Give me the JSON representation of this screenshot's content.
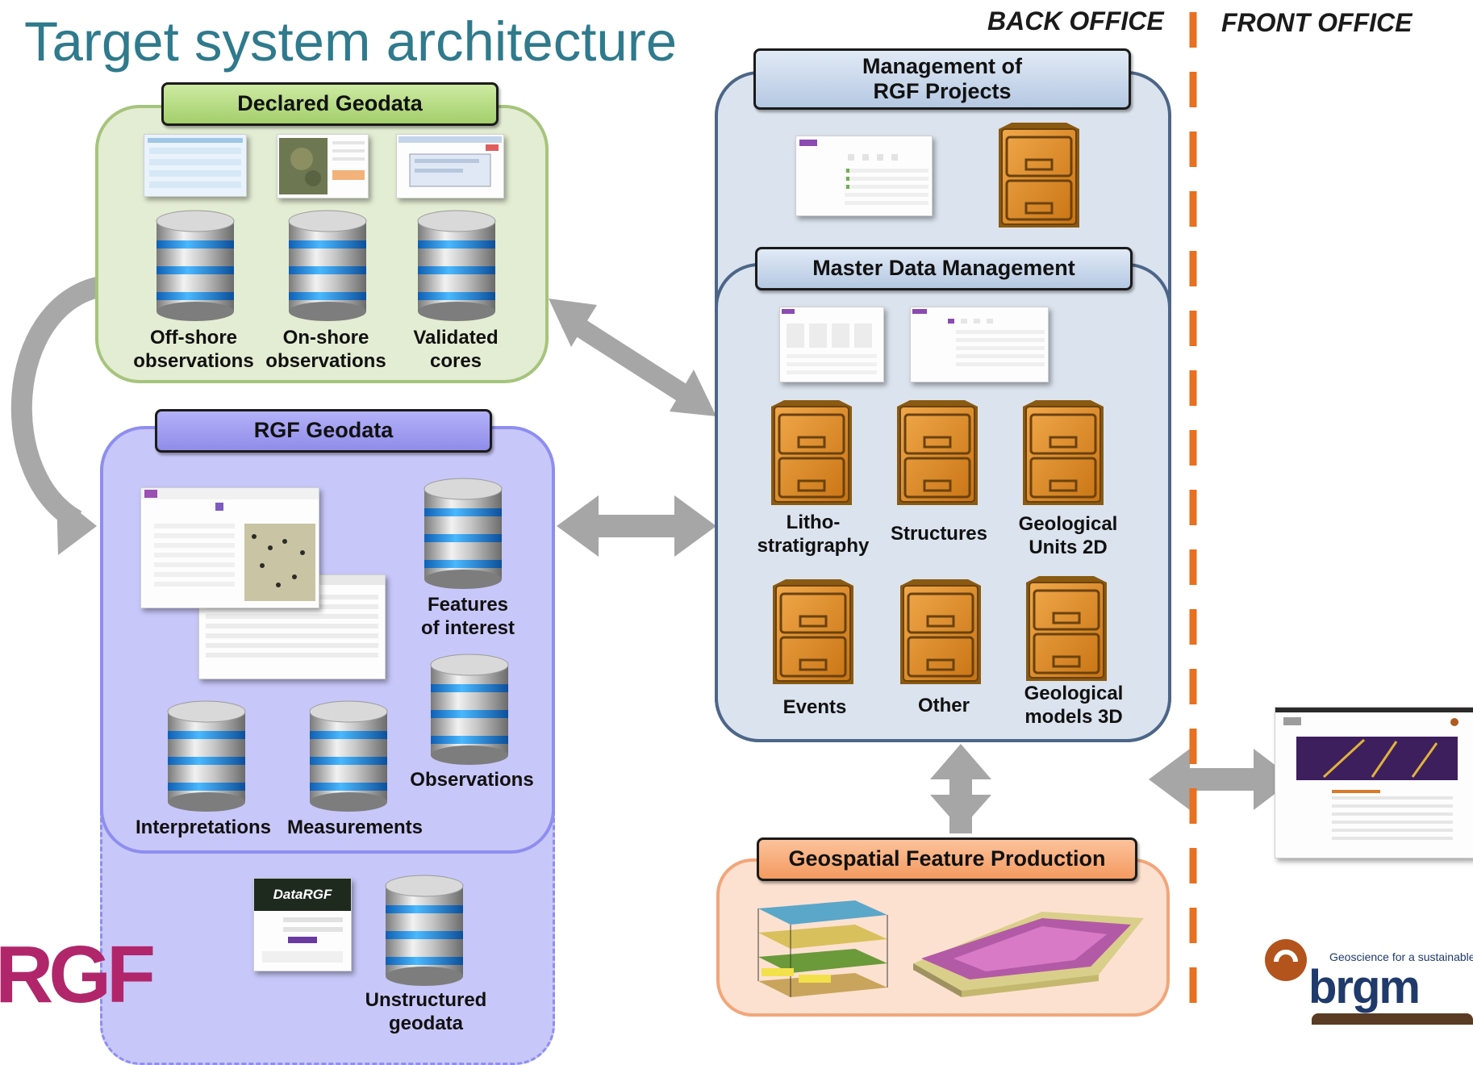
{
  "title": "Target system architecture",
  "offices": {
    "back": "BACK OFFICE",
    "front": "FRONT OFFICE"
  },
  "declared": {
    "header": "Declared Geodata",
    "items": [
      "Off-shore\nobservations",
      "On-shore\nobservations",
      "Validated\ncores"
    ]
  },
  "rgf_geodata": {
    "header": "RGF Geodata",
    "features": "Features\nof interest",
    "observations": "Observations",
    "interpretations": "Interpretations",
    "measurements": "Measurements",
    "unstructured": "Unstructured\ngeodata",
    "datargf_logo": "DataRGF"
  },
  "management": {
    "header": "Management of\nRGF Projects"
  },
  "mdm": {
    "header": "Master Data Management",
    "items": [
      "Litho-\nstratigraphy",
      "Structures",
      "Geological\nUnits 2D",
      "Events",
      "Other",
      "Geological\nmodels 3D"
    ]
  },
  "geospatial": {
    "header": "Geospatial Feature Production"
  },
  "brgm": {
    "tagline": "Geoscience for a sustainable Earth",
    "name": "brgm"
  },
  "rgf_logo": {
    "text": "RGF"
  },
  "colors": {
    "title": "#2f7a8c",
    "declared_fill": "#e3edd3",
    "declared_border": "#a6c47c",
    "declared_header": "#b8dc84",
    "rgf_fill": "#c8c7f9",
    "rgf_border": "#8e8ef0",
    "rgf_header": "#9a98ee",
    "mdm_fill": "#dbe3ee",
    "mdm_border": "#4c6688",
    "mdm_header": "#c7d6ea",
    "geo_fill": "#fde1d0",
    "geo_border": "#f2a67a",
    "geo_header": "#f8b081",
    "divider": "#e8701f",
    "arrow": "#a6a6a6"
  }
}
